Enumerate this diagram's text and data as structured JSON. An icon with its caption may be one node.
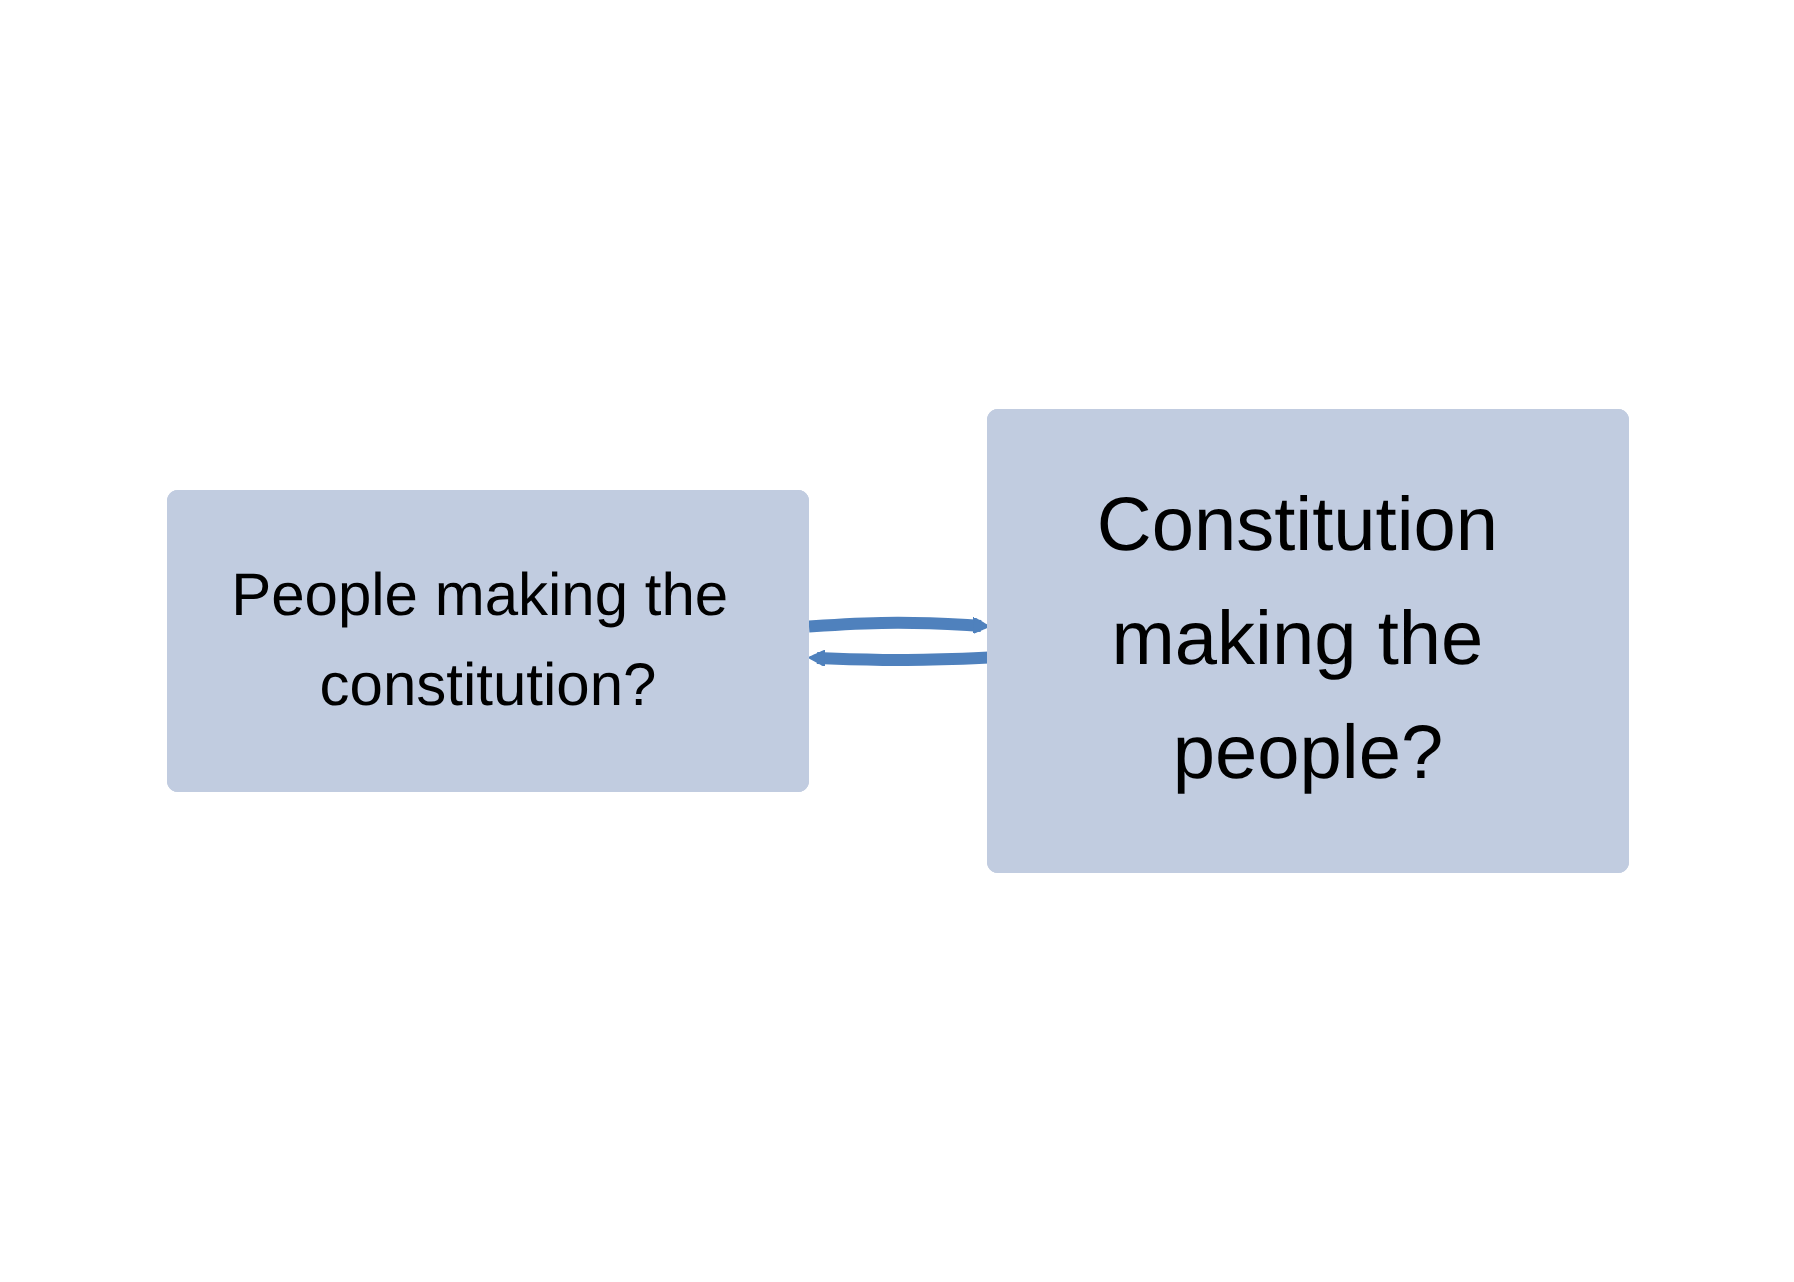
{
  "diagram": {
    "nodes": [
      {
        "text": [
          "People making the constitution?"
        ]
      },
      {
        "text": [
          "Constitution making the people?"
        ]
      }
    ],
    "edges": [
      {
        "from": 0,
        "to": 1,
        "arrow": "to"
      },
      {
        "from": 1,
        "to": 0,
        "arrow": "to"
      }
    ]
  }
}
